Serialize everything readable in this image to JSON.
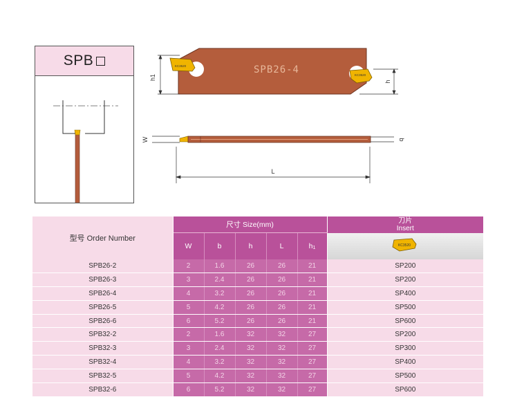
{
  "card": {
    "title": "SPB",
    "box_glyph": "□"
  },
  "drawing": {
    "blade_label": "SPB26-4",
    "insert_marking": "KC3520",
    "dim_h1": "h1",
    "dim_h": "h",
    "dim_w": "W",
    "dim_b": "b",
    "dim_l": "L"
  },
  "table": {
    "header": {
      "order": "型号 Order Number",
      "size_group": "尺寸 Size(mm)",
      "insert_cn": "刀片",
      "insert_en": "Insert",
      "insert_marking": "KC3520",
      "cols": [
        "W",
        "b",
        "h",
        "L",
        "h"
      ],
      "h1_sub": "1"
    },
    "rows": [
      {
        "order": "SPB26-2",
        "W": "2",
        "b": "1.6",
        "h": "26",
        "L": "26",
        "h1": "21",
        "insert": "SP200"
      },
      {
        "order": "SPB26-3",
        "W": "3",
        "b": "2.4",
        "h": "26",
        "L": "26",
        "h1": "21",
        "insert": "SP200"
      },
      {
        "order": "SPB26-4",
        "W": "4",
        "b": "3.2",
        "h": "26",
        "L": "26",
        "h1": "21",
        "insert": "SP400"
      },
      {
        "order": "SPB26-5",
        "W": "5",
        "b": "4.2",
        "h": "26",
        "L": "26",
        "h1": "21",
        "insert": "SP500"
      },
      {
        "order": "SPB26-6",
        "W": "6",
        "b": "5.2",
        "h": "26",
        "L": "26",
        "h1": "21",
        "insert": "SP600"
      },
      {
        "order": "SPB32-2",
        "W": "2",
        "b": "1.6",
        "h": "32",
        "L": "32",
        "h1": "27",
        "insert": "SP200"
      },
      {
        "order": "SPB32-3",
        "W": "3",
        "b": "2.4",
        "h": "32",
        "L": "32",
        "h1": "27",
        "insert": "SP300"
      },
      {
        "order": "SPB32-4",
        "W": "4",
        "b": "3.2",
        "h": "32",
        "L": "32",
        "h1": "27",
        "insert": "SP400"
      },
      {
        "order": "SPB32-5",
        "W": "5",
        "b": "4.2",
        "h": "32",
        "L": "32",
        "h1": "27",
        "insert": "SP500"
      },
      {
        "order": "SPB32-6",
        "W": "6",
        "b": "5.2",
        "h": "32",
        "L": "32",
        "h1": "27",
        "insert": "SP600"
      }
    ]
  },
  "colors": {
    "header_magenta": "#b9519a",
    "cell_magenta": "#c66aa8",
    "pink": "#f7dbe8",
    "blade_copper": "#b45d3c",
    "insert_gold": "#f0b400"
  }
}
